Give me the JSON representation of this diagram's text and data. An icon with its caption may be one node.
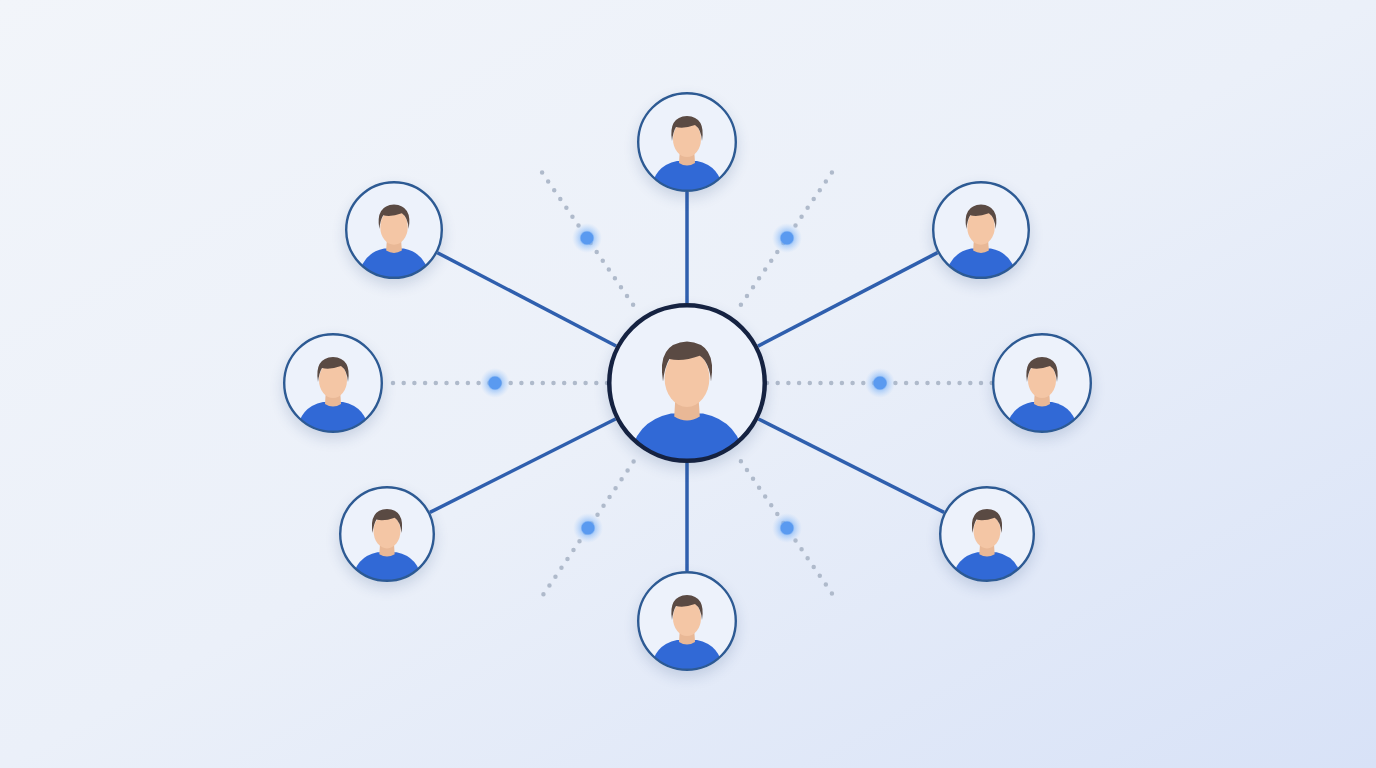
{
  "diagram": {
    "nodes": [
      {
        "text": [],
        "shape": "person"
      },
      {
        "text": [],
        "shape": "person"
      },
      {
        "text": [],
        "shape": "person"
      },
      {
        "text": [],
        "shape": "person"
      },
      {
        "text": [],
        "shape": "person"
      },
      {
        "text": [],
        "shape": "person"
      },
      {
        "text": [],
        "shape": "person"
      },
      {
        "text": [],
        "shape": "person"
      },
      {
        "text": [],
        "shape": "person"
      }
    ],
    "edges": [
      {
        "from": 0,
        "to": 1,
        "arrow": "none"
      },
      {
        "from": 0,
        "to": 2,
        "arrow": "none"
      },
      {
        "from": 0,
        "to": 3,
        "arrow": "none"
      },
      {
        "from": 0,
        "to": 6,
        "arrow": "none"
      },
      {
        "from": 0,
        "to": 7,
        "arrow": "none"
      },
      {
        "from": 0,
        "to": 8,
        "arrow": "none"
      },
      {
        "from": 0,
        "to": 4,
        "arrow": "none",
        "style": "dashed",
        "color": "#afbacb"
      },
      {
        "from": 0,
        "to": 5,
        "arrow": "none",
        "style": "dashed",
        "color": "#afbacb"
      },
      {
        "from": 0,
        "to": null,
        "arrow": "none",
        "style": "dashed",
        "color": "#afbacb"
      },
      {
        "from": 0,
        "to": null,
        "arrow": "none",
        "style": "dashed",
        "color": "#afbacb"
      },
      {
        "from": 0,
        "to": null,
        "arrow": "none",
        "style": "dashed",
        "color": "#afbacb"
      },
      {
        "from": 0,
        "to": null,
        "arrow": "none",
        "style": "dashed",
        "color": "#afbacb"
      }
    ]
  }
}
